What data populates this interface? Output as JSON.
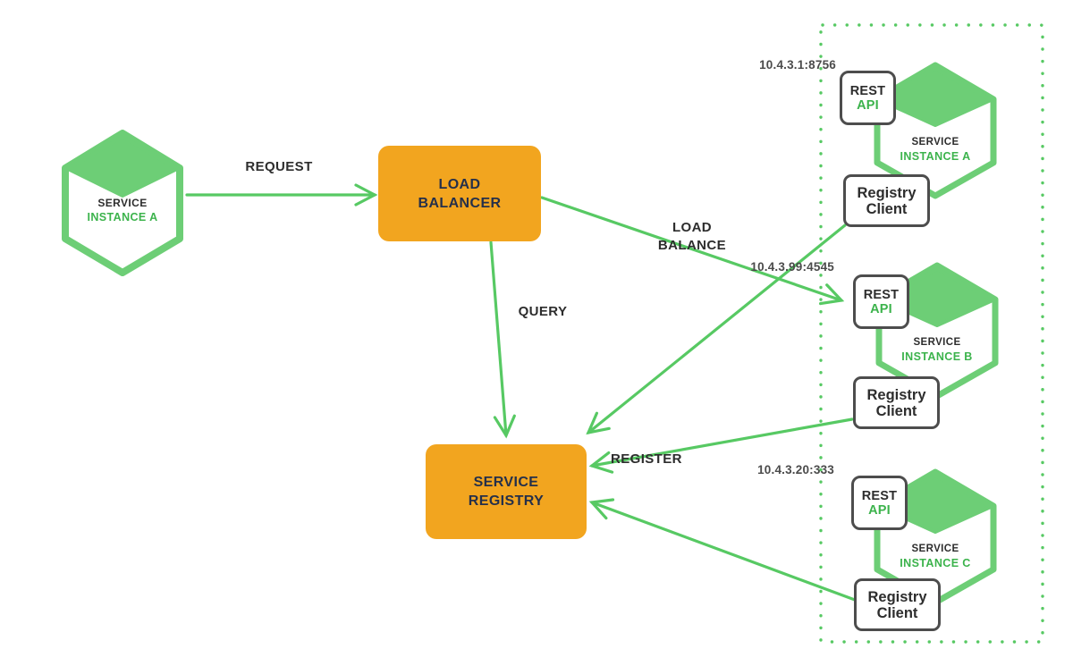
{
  "colors": {
    "green": "#57c963",
    "hex_green": "#6dce76",
    "green_text": "#3cb34c",
    "orange": "#f2a51f",
    "navy": "#25304a",
    "ink": "#2d2d2d",
    "muted": "#4b4b4b",
    "box_border": "#4d4d4d"
  },
  "left_instance": {
    "name": "SERVICE",
    "instance": "INSTANCE A"
  },
  "load_balancer": {
    "line1": "LOAD",
    "line2": "BALANCER"
  },
  "service_registry": {
    "line1": "SERVICE",
    "line2": "REGISTRY"
  },
  "labels": {
    "request": "REQUEST",
    "query": "QUERY",
    "load_balance": "LOAD\nBALANCE",
    "register": "REGISTER"
  },
  "instances": [
    {
      "ip": "10.4.3.1:8756",
      "rest": "REST",
      "api": "API",
      "client_line1": "Registry",
      "client_line2": "Client",
      "name": "SERVICE",
      "instance": "INSTANCE A"
    },
    {
      "ip": "10.4.3.99:4545",
      "rest": "REST",
      "api": "API",
      "client_line1": "Registry",
      "client_line2": "Client",
      "name": "SERVICE",
      "instance": "INSTANCE B"
    },
    {
      "ip": "10.4.3.20:333",
      "rest": "REST",
      "api": "API",
      "client_line1": "Registry",
      "client_line2": "Client",
      "name": "SERVICE",
      "instance": "INSTANCE C"
    }
  ]
}
